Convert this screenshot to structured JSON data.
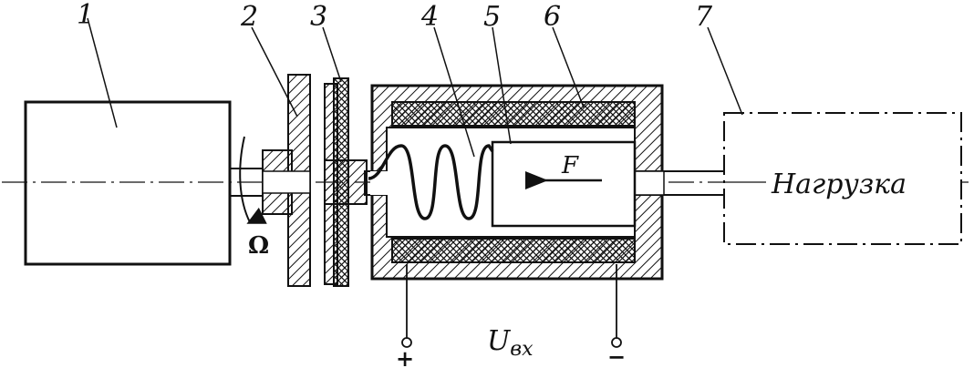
{
  "labels": {
    "part_1": "1",
    "part_2": "2",
    "part_3": "3",
    "part_4": "4",
    "part_5": "5",
    "part_6": "6",
    "part_7": "7"
  },
  "annotations": {
    "omega": "Ω",
    "force": "F",
    "load": "Нагрузка",
    "input_voltage_main": "U",
    "input_voltage_sub": "вх",
    "plus_terminal": "+",
    "minus_terminal": "−"
  },
  "colors": {
    "ink": "#111111",
    "background": "#ffffff"
  }
}
